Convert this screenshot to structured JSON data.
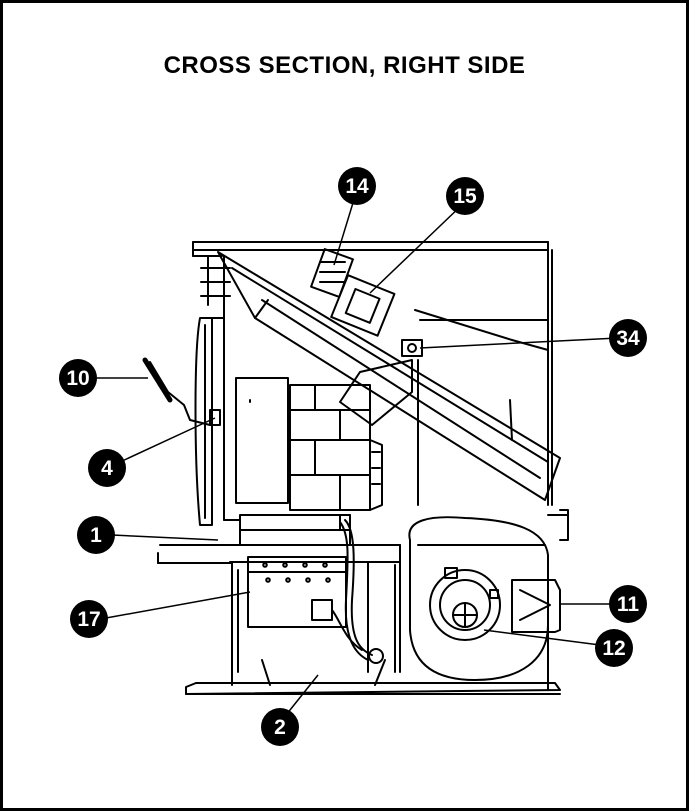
{
  "title": "CROSS SECTION, RIGHT SIDE",
  "callouts": [
    {
      "id": "14",
      "label": "14"
    },
    {
      "id": "15",
      "label": "15"
    },
    {
      "id": "34",
      "label": "34"
    },
    {
      "id": "10",
      "label": "10"
    },
    {
      "id": "4",
      "label": "4"
    },
    {
      "id": "1",
      "label": "1"
    },
    {
      "id": "17",
      "label": "17"
    },
    {
      "id": "11",
      "label": "11"
    },
    {
      "id": "12",
      "label": "12"
    },
    {
      "id": "2",
      "label": "2"
    }
  ],
  "colors": {
    "ink": "#000000",
    "paper": "#ffffff"
  }
}
